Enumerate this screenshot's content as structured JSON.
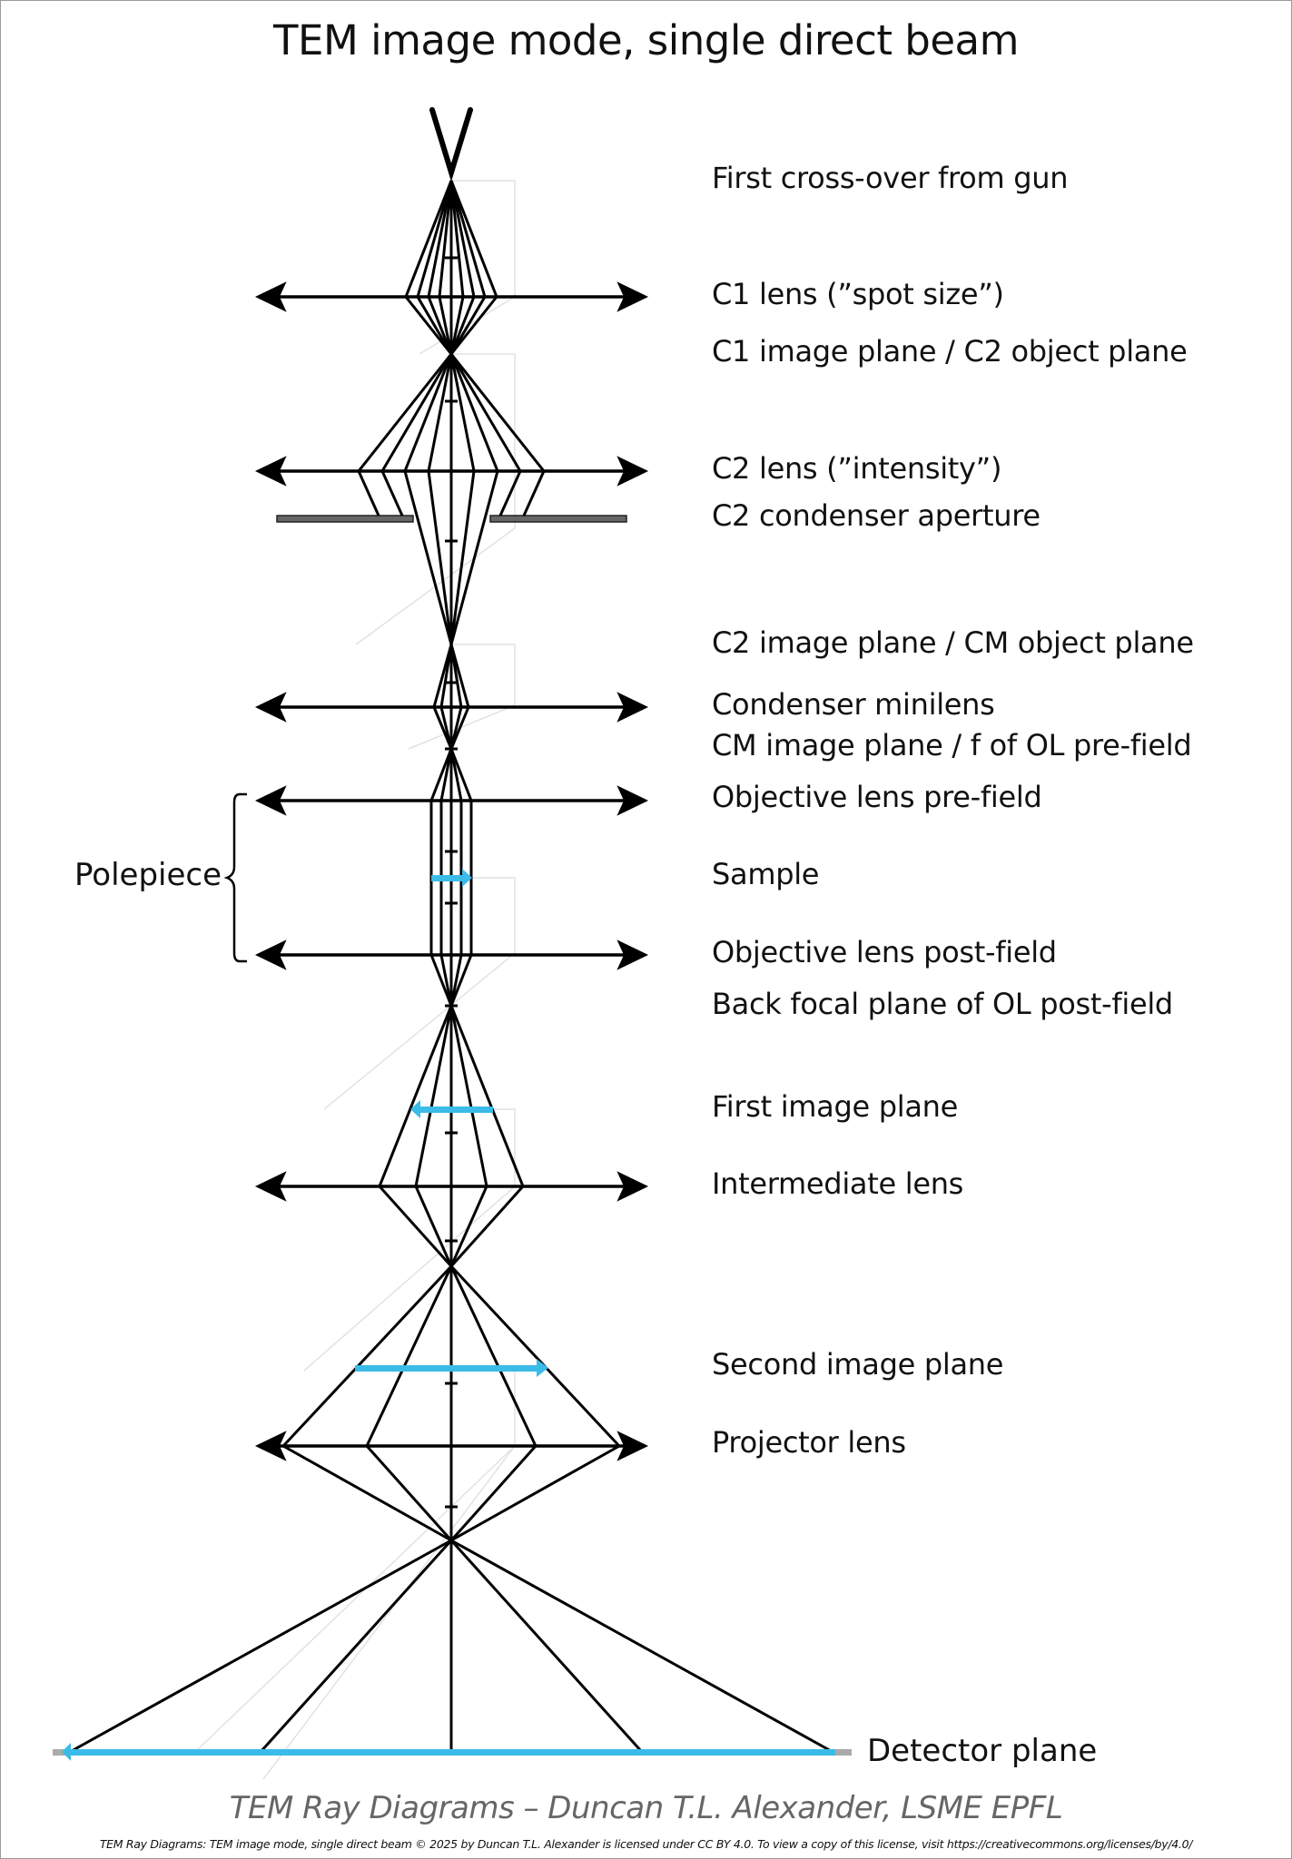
{
  "title": "TEM image mode, single direct beam",
  "planes": [
    {
      "id": "gun-crossover",
      "label": "First cross-over from gun"
    },
    {
      "id": "c1-lens",
      "label": "C1 lens (”spot size”)"
    },
    {
      "id": "c1-image",
      "label": "C1 image plane / C2 object plane"
    },
    {
      "id": "c2-lens",
      "label": "C2 lens (”intensity”)"
    },
    {
      "id": "c2-aperture",
      "label": "C2 condenser aperture"
    },
    {
      "id": "c2-image",
      "label": "C2 image plane / CM object plane"
    },
    {
      "id": "cm-lens",
      "label": "Condenser minilens"
    },
    {
      "id": "cm-image",
      "label": "CM image plane / f of OL pre-field"
    },
    {
      "id": "ol-pre",
      "label": "Objective lens pre-field"
    },
    {
      "id": "sample",
      "label": "Sample"
    },
    {
      "id": "ol-post",
      "label": "Objective lens post-field"
    },
    {
      "id": "bfp",
      "label": "Back focal plane of OL post-field"
    },
    {
      "id": "first-image",
      "label": "First image plane"
    },
    {
      "id": "intermediate-lens",
      "label": "Intermediate lens"
    },
    {
      "id": "second-image",
      "label": "Second image plane"
    },
    {
      "id": "projector-lens",
      "label": "Projector lens"
    }
  ],
  "polepiece_label": "Polepiece",
  "detector_label": "Detector plane",
  "credit": "TEM Ray Diagrams – Duncan T.L. Alexander, LSME EPFL",
  "license": "TEM Ray Diagrams: TEM image mode, single direct beam © 2025 by Duncan T.L. Alexander is licensed under CC BY 4.0. To view a copy of this license, visit https://creativecommons.org/licenses/by/4.0/",
  "colors": {
    "ray": "#000000",
    "image_arrow": "#3bbbe8",
    "aperture": "#666666",
    "ghost": "#dddddd",
    "detector": "#aaaaaa"
  },
  "icons": {
    "gun": "electron-gun-tip-icon",
    "lens": "lens-double-arrow-icon"
  }
}
